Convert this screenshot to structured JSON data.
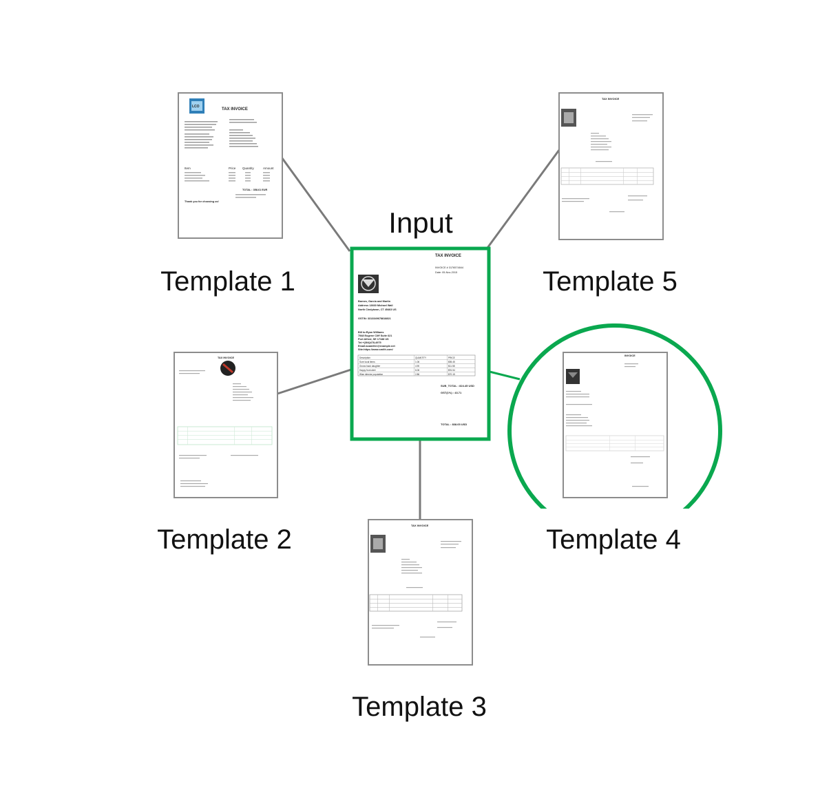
{
  "colors": {
    "highlight": "#0aa84f",
    "connector": "#7a7a7a",
    "page_border": "#8c8c8c"
  },
  "center": {
    "caption": "Input",
    "doc": {
      "title": "TAX INVOICE",
      "invoice_no": "INVOICE # 3176574844",
      "date": "Date: 05-Nov-2015",
      "company": "Barnes, Garcia and Martin",
      "address1": "Address 13660 Michael Wall",
      "address2": "North Cindytown, CT 45463 US",
      "gstin": "GSTIN: 3313349678818821",
      "bill1": "Bill to:Ryan Williams",
      "bill2": "7548 Eugene Cliff Suite 621",
      "bill3": "Port Alfred, SE 17188 US",
      "bill4": "Tel:+(304)478-4975",
      "bill5": "Email:aoamiller@example.net",
      "bill6": "Site:https://www.smith.com/",
      "table_headers": [
        "Description",
        "QUANTITY",
        "PRICE"
      ],
      "table_rows": [
        [
          "Sure local items",
          "1.06",
          "$55.45"
        ],
        [
          "Grows back daughter",
          "4.90",
          "$11.58"
        ],
        [
          "Happy front alert",
          "6.06",
          "$91.54"
        ],
        [
          "Wise director population",
          "2.86",
          "$70.15"
        ]
      ],
      "subtotal": "SUB_TOTAL : 824.45  USD",
      "gst": "GST(1%) : 43.71",
      "total": "TOTAL : 838.65 USD"
    }
  },
  "templates": [
    {
      "caption": "Template 1",
      "title": "TAX INVOICE",
      "logo_text": "LCO",
      "total_line": "TOTAL : 358.61 EUR",
      "thanks": "Thank you for choosing us!",
      "item_headers": [
        "Item",
        "Price",
        "Quantity",
        "Amount"
      ]
    },
    {
      "caption": "Template 2",
      "title": "TAX INVOICE"
    },
    {
      "caption": "Template 3",
      "title": "TAX INVOICE"
    },
    {
      "caption": "Template 4",
      "title": "INVOICE"
    },
    {
      "caption": "Template 5",
      "title": "TAX INVOICE"
    }
  ]
}
